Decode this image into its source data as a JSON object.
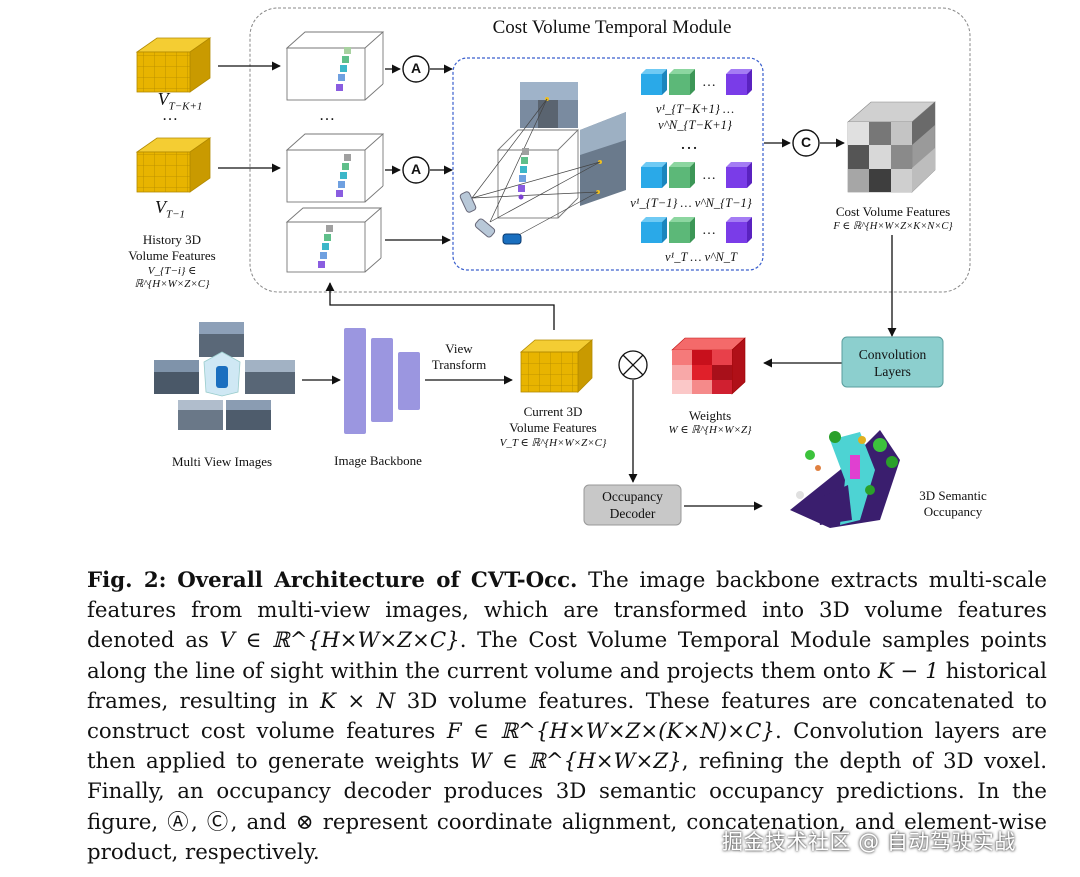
{
  "figure": {
    "module_title": "Cost Volume Temporal Module",
    "history": {
      "v_top": "V",
      "v_top_sub": "T−K+1",
      "v_bottom": "V",
      "v_bottom_sub": "T−1",
      "ellipsis": "…",
      "caption_line1": "History 3D",
      "caption_line2": "Volume Features",
      "caption_formula": "V_{T−i} ∈ ℝ^{H×W×Z×C}"
    },
    "align_symbol": "A",
    "concat_symbol": "C",
    "product_symbol": "⊗",
    "feature_rows": {
      "row1": "v¹_{T−K+1} … v^N_{T−K+1}",
      "row_mid": "…",
      "row2": "v¹_{T−1} … v^N_{T−1}",
      "row3": "v¹_T … v^N_T",
      "ellipsis": "…"
    },
    "cost_volume": {
      "label": "Cost Volume Features",
      "formula": "F ∈ ℝ^{H×W×Z×K×N×C}"
    },
    "multi_view_label": "Multi View Images",
    "backbone_label": "Image Backbone",
    "view_transform_line1": "View",
    "view_transform_line2": "Transform",
    "current_volume": {
      "line1": "Current 3D",
      "line2": "Volume Features",
      "formula": "V_T ∈ ℝ^{H×W×Z×C}"
    },
    "weights": {
      "label": "Weights",
      "formula": "W ∈ ℝ^{H×W×Z}"
    },
    "conv_line1": "Convolution",
    "conv_line2": "Layers",
    "decoder_line1": "Occupancy",
    "decoder_line2": "Decoder",
    "occupancy_line1": "3D Semantic",
    "occupancy_line2": "Occupancy",
    "colors": {
      "voxel_gold": "#e8b400",
      "conv_box": "#8ccfce",
      "decoder_box": "#c8c8c8",
      "backbone": "#9b96e0",
      "dashed_box": "#3a5fcd",
      "weights_red": "#e0202a"
    }
  },
  "caption": {
    "fig_label": "Fig. 2:",
    "fig_title": "Overall Architecture of CVT-Occ.",
    "text_1": " The image backbone extracts multi-scale features from multi-view images, which are transformed into 3D volume features denoted as ",
    "math_1": "V ∈ ℝ^{H×W×Z×C}",
    "text_2": ". The Cost Volume Temporal Module samples points along the line of sight within the current volume and projects them onto ",
    "math_2": "K − 1",
    "text_3": " historical frames, resulting in ",
    "math_3": "K × N",
    "text_4": " 3D volume features. These features are concatenated to construct cost volume features ",
    "math_4": "F ∈ ℝ^{H×W×Z×(K×N)×C}",
    "text_5": ". Convolution layers are then applied to generate weights ",
    "math_5": "W ∈ ℝ^{H×W×Z}",
    "text_6": ", refining the depth of 3D voxel. Finally, an occupancy decoder produces 3D semantic occupancy predictions. In the figure, ",
    "sym_a": "Ⓐ",
    "text_7": ", ",
    "sym_c": "Ⓒ",
    "text_8": ", and ",
    "sym_x": "⊗",
    "text_9": " represent coordinate alignment, concatenation, and element-wise product, respectively."
  },
  "watermark": "掘金技术社区 @ 自动驾驶实战"
}
